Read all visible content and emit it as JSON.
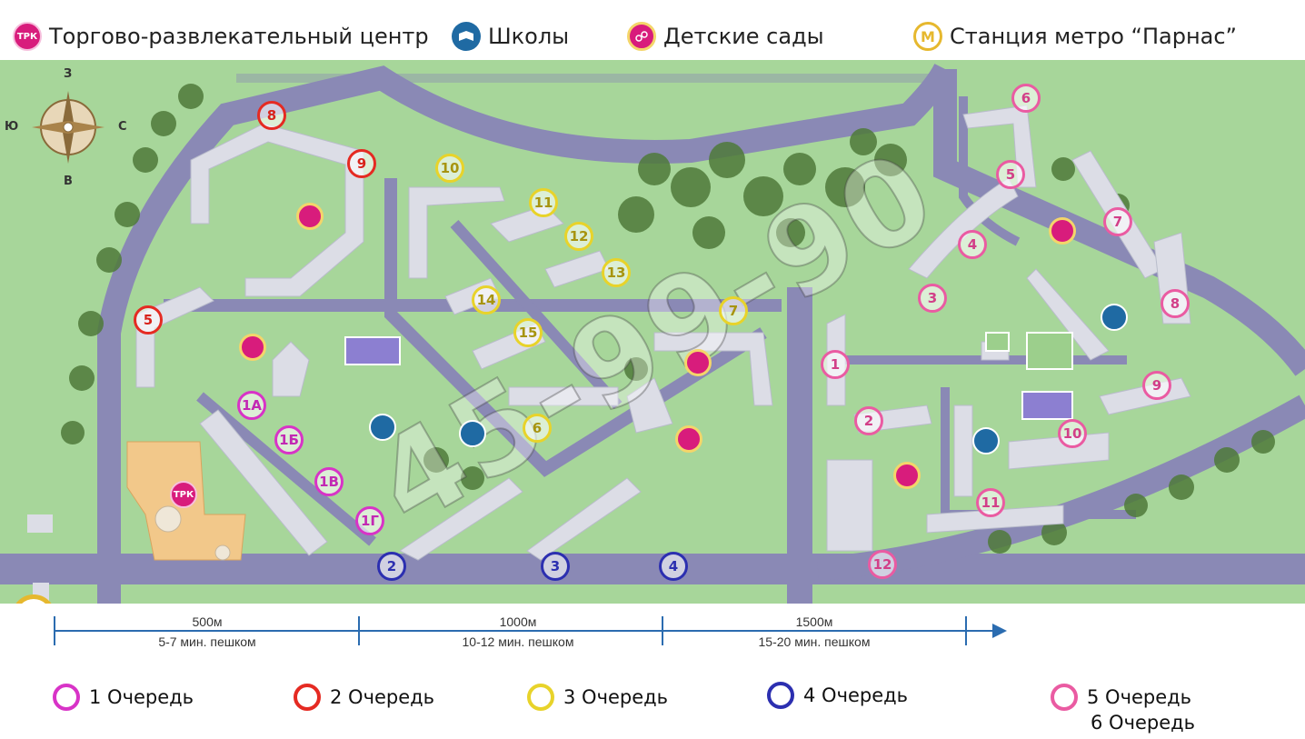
{
  "top_legend": {
    "trk_badge": "ТРК",
    "trk_label": "Торгово-развлекательный центр",
    "school_label": "Школы",
    "kinder_label": "Детские сады",
    "metro_badge": "M",
    "metro_label": "Станция метро “Парнас”"
  },
  "compass": {
    "n": "З",
    "w": "Ю",
    "e": "С",
    "s": "В"
  },
  "watermark": "45-99-90",
  "map_labels": {
    "trk": "ТРК",
    "metro": "M"
  },
  "buildings": {
    "q1": [
      "1А",
      "1Б",
      "1В",
      "1Г"
    ],
    "q2": [
      "8",
      "9",
      "5"
    ],
    "q3": [
      "10",
      "11",
      "12",
      "13",
      "14",
      "15",
      "7",
      "6"
    ],
    "q4": [
      "2",
      "3",
      "4"
    ],
    "q5": [
      "6",
      "5",
      "7",
      "4",
      "3",
      "8",
      "1",
      "2",
      "9",
      "10",
      "11",
      "12"
    ]
  },
  "scale": {
    "segments": [
      {
        "distance": "500м",
        "time": "5-7 мин. пешком"
      },
      {
        "distance": "1000м",
        "time": "10-12 мин. пешком"
      },
      {
        "distance": "1500м",
        "time": "15-20 мин. пешком"
      }
    ]
  },
  "queues": [
    {
      "label": "1 Очередь",
      "color": "#d833c7"
    },
    {
      "label": "2 Очередь",
      "color": "#e52a22"
    },
    {
      "label": "3 Очередь",
      "color": "#e8d32a"
    },
    {
      "label": "4 Очередь",
      "color": "#2c2fb0"
    },
    {
      "label": "5 Очередь",
      "color": "#ea5ba2"
    }
  ],
  "queue6_label": "6  Очередь",
  "colors": {
    "grass": "#a7d69a",
    "road": "#8a89b5",
    "building": "#dcdde6",
    "trk_area": "#f2c88a"
  }
}
